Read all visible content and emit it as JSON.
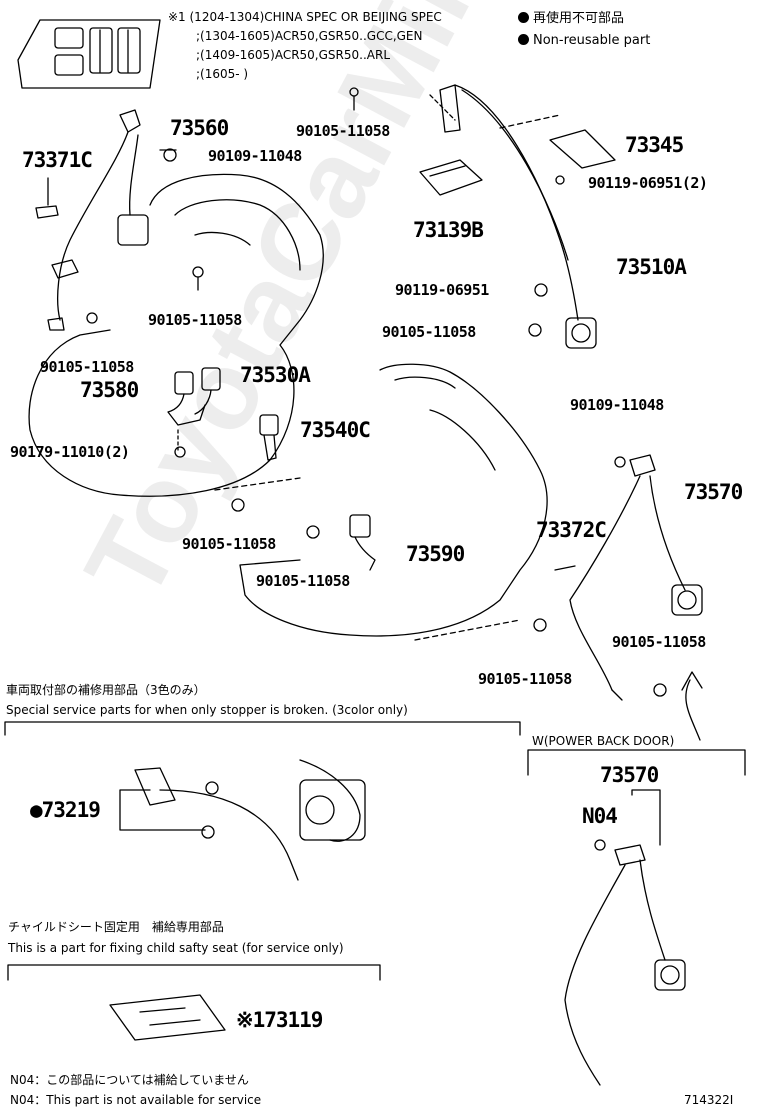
{
  "notes": {
    "spec_line1": "※1 (1204-1304)CHINA SPEC OR BEIJING SPEC",
    "spec_line2": ";(1304-1605)ACR50,GSR50..GCC,GEN",
    "spec_line3": ";(1409-1605)ACR50,GSR50..ARL",
    "spec_line4": ";(1605-      )",
    "legend_jp": "再使用不可部品",
    "legend_en": "Non-reusable part"
  },
  "labels": {
    "p73560": "73560",
    "p73371c": "73371C",
    "p90109_11048_a": "90109-11048",
    "p90105_11058_a": "90105-11058",
    "p90105_11058_b": "90105-11058",
    "p73580": "73580",
    "p73530a": "73530A",
    "p90179": "90179-11010(2)",
    "p73540c": "73540C",
    "p90105_11058_c": "90105-11058",
    "p90105_11058_top": "90105-11058",
    "p73139b": "73139B",
    "p73345": "73345",
    "p90119_06951_2": "90119-06951(2)",
    "p73510a": "73510A",
    "p90119_06951": "90119-06951",
    "p90105_11058_mid": "90105-11058",
    "p90109_11048_b": "90109-11048",
    "p73570": "73570",
    "p73372c": "73372C",
    "p73590": "73590",
    "p90105_11058_d": "90105-11058",
    "p90105_11058_e": "90105-11058",
    "p90105_11058_f": "90105-11058",
    "p73219": "●73219",
    "p73570_b": "73570",
    "n04": "N04",
    "p73119": "※173119"
  },
  "sections": {
    "special_jp": "車両取付部の補修用部品（3色のみ）",
    "special_en": "Special service parts for when only stopper is broken. (3color only)",
    "power_back_door": "W(POWER BACK DOOR)",
    "child_jp": "チャイルドシート固定用　補給専用部品",
    "child_en": "This is a part for fixing child safty seat (for service only)"
  },
  "footer": {
    "n04_jp": "N04：この部品については補給していません",
    "n04_en": "N04：This part is not available for service",
    "diagram_id": "714322I"
  },
  "watermark": "ToyotaCarMine.ru"
}
